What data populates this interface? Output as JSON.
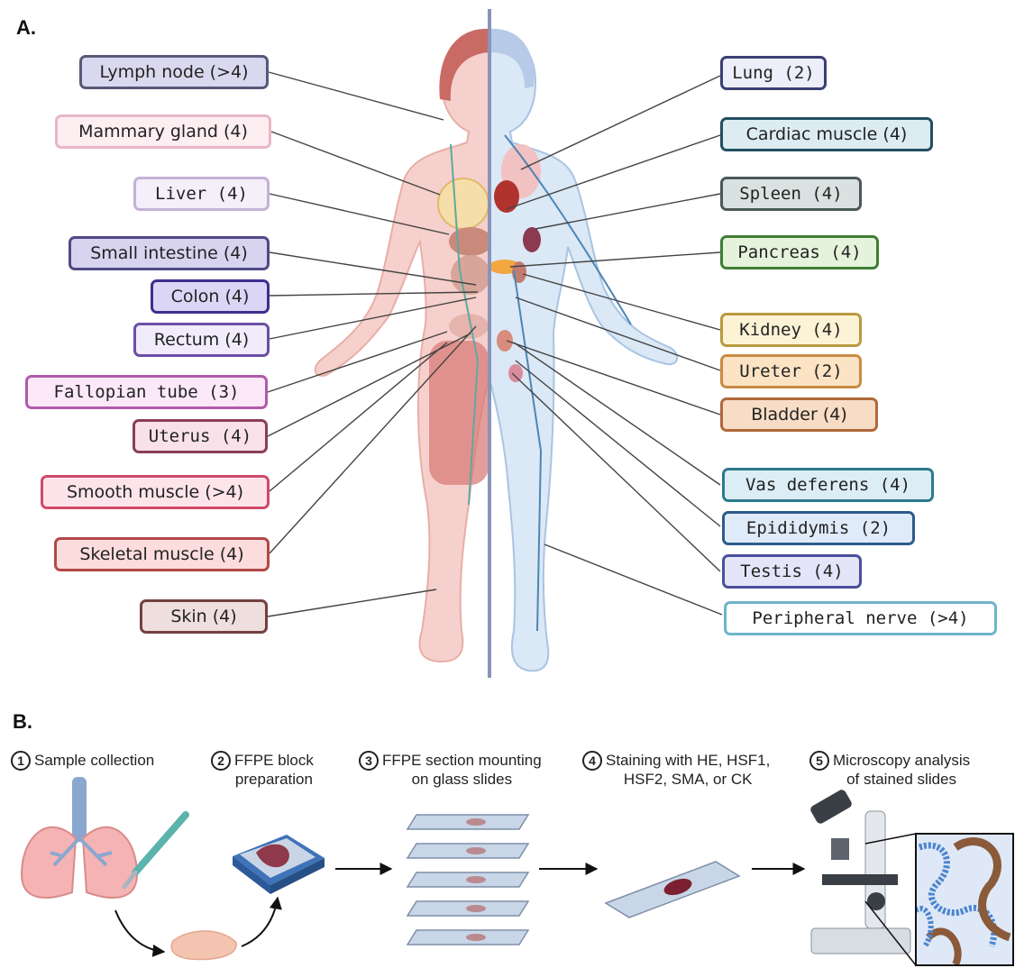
{
  "panels": {
    "a": "A.",
    "b": "B."
  },
  "left_labels": [
    {
      "text": "Lymph node (>4)",
      "fill": "#d9d8ee",
      "border": "#5a5878"
    },
    {
      "text": "Mammary gland (4)",
      "fill": "#fdeef2",
      "border": "#e9b7c6"
    },
    {
      "text": "Liver (4)",
      "fill": "#f4eff9",
      "border": "#c4b2d6"
    },
    {
      "text": "Small intestine (4)",
      "fill": "#d8d4f0",
      "border": "#4f4a85"
    },
    {
      "text": "Colon (4)",
      "fill": "#dcd6f6",
      "border": "#3d2f8e"
    },
    {
      "text": "Rectum (4)",
      "fill": "#f1ecfb",
      "border": "#6b4fa6"
    },
    {
      "text": "Fallopian tube (3)",
      "fill": "#fbe8f8",
      "border": "#b05aac"
    },
    {
      "text": "Uterus (4)",
      "fill": "#f9e1e9",
      "border": "#8b3d57"
    },
    {
      "text": "Smooth muscle (>4)",
      "fill": "#fde4ea",
      "border": "#d04a6a"
    },
    {
      "text": "Skeletal muscle (4)",
      "fill": "#fcdcdc",
      "border": "#b24848"
    },
    {
      "text": "Skin (4)",
      "fill": "#efdede",
      "border": "#734040"
    }
  ],
  "right_labels": [
    {
      "text": "Lung (2)",
      "fill": "#eceef9",
      "border": "#3a3f75"
    },
    {
      "text": "Cardiac muscle (4)",
      "fill": "#dcecf2",
      "border": "#235061"
    },
    {
      "text": "Spleen (4)",
      "fill": "#d9e2e0",
      "border": "#4a5957"
    },
    {
      "text": "Pancreas (4)",
      "fill": "#e5f3dc",
      "border": "#3e7d33"
    },
    {
      "text": "Kidney (4)",
      "fill": "#fcf3d6",
      "border": "#b89a3e"
    },
    {
      "text": "Ureter (2)",
      "fill": "#fbe3c4",
      "border": "#c88c44"
    },
    {
      "text": "Bladder (4)",
      "fill": "#f9dcc5",
      "border": "#b0693a"
    },
    {
      "text": "Vas deferens (4)",
      "fill": "#dcedf5",
      "border": "#2e7a8c"
    },
    {
      "text": "Epididymis (2)",
      "fill": "#e0ebf9",
      "border": "#2e5b8c"
    },
    {
      "text": "Testis (4)",
      "fill": "#e4e5f8",
      "border": "#4a4f9c"
    },
    {
      "text": "Peripheral nerve (>4)",
      "fill": "#ffffff",
      "border": "#6fb3cb"
    }
  ],
  "steps": [
    {
      "num": "1",
      "text": "Sample collection"
    },
    {
      "num": "2",
      "text": "FFPE block\npreparation"
    },
    {
      "num": "3",
      "text": "FFPE section mounting\non glass slides"
    },
    {
      "num": "4",
      "text": "Staining with HE, HSF1,\nHSF2, SMA, or CK"
    },
    {
      "num": "5",
      "text": "Microscopy analysis\nof stained slides"
    }
  ]
}
